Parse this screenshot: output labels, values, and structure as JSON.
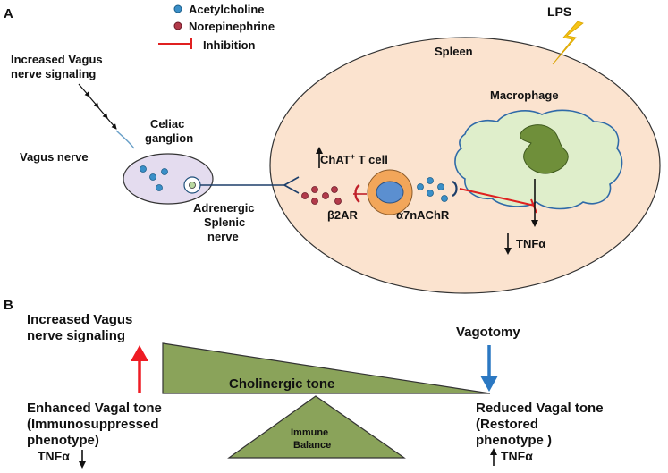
{
  "panel_a": {
    "label": "A",
    "legend": {
      "acetylcholine": "Acetylcholine",
      "norepinephrine": "Norepinephrine",
      "inhibition": "Inhibition"
    },
    "lps": "LPS",
    "spleen": "Spleen",
    "macrophage": "Macrophage",
    "increased_signal_line1": "Increased Vagus",
    "increased_signal_line2": "nerve signaling",
    "celiac_line1": "Celiac",
    "celiac_line2": "ganglion",
    "vagus_nerve": "Vagus nerve",
    "chat_prefix": "ChAT",
    "chat_sup": "+",
    "chat_suffix": " T cell",
    "adrenergic_line1": "Adrenergic",
    "adrenergic_line2": "Splenic",
    "adrenergic_line3": "nerve",
    "b2ar": "β2AR",
    "a7nachr": "α7nAChR",
    "tnf": "TNFα"
  },
  "panel_b": {
    "label": "B",
    "increased_line1": "Increased Vagus",
    "increased_line2": "nerve signaling",
    "vagotomy": "Vagotomy",
    "cholinergic_tone": "Cholinergic tone",
    "immune_line1": "Immune",
    "immune_line2": "Balance",
    "enhanced_line1": "Enhanced Vagal tone",
    "enhanced_line2": "(Immunosuppressed",
    "enhanced_line3": "phenotype)",
    "enhanced_tnf": "TNFα",
    "reduced_line1": "Reduced Vagal tone",
    "reduced_line2": "(Restored",
    "reduced_line3": "phenotype )",
    "reduced_tnf": "TNFα"
  },
  "colors": {
    "spleen_fill": "#fbe3cf",
    "ganglion_fill": "#e4dcef",
    "macrophage_fill": "#dfeecb",
    "nucleus_fill": "#6f8f3a",
    "tcell_outer": "#f2a65a",
    "tcell_inner": "#5b8fd0",
    "acetylcholine_dot": "#3a8fc8",
    "norepinephrine_dot": "#b23a4a",
    "inhibition": "#e02020",
    "lightning": "#f6c417",
    "wedge_fill": "#8aa35a",
    "up_arrow": "#ee1c24",
    "down_arrow": "#2b78c2"
  }
}
